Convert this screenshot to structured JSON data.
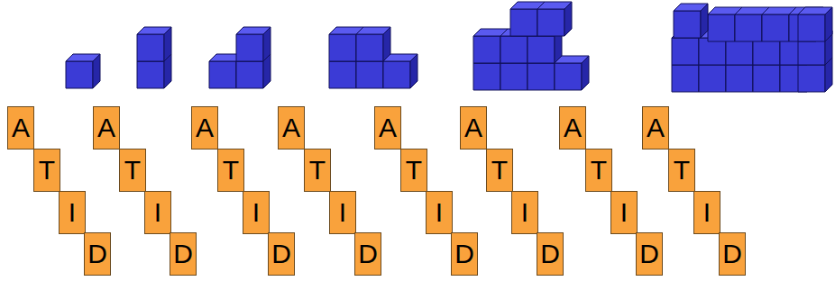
{
  "diagram": {
    "nodes": [
      {
        "text": [
          "A"
        ]
      },
      {
        "text": [
          "T"
        ]
      },
      {
        "text": [
          "I"
        ]
      },
      {
        "text": [
          "D"
        ]
      },
      {
        "text": [
          "A"
        ]
      },
      {
        "text": [
          "T"
        ]
      },
      {
        "text": [
          "I"
        ]
      },
      {
        "text": [
          "D"
        ]
      },
      {
        "text": [
          "A"
        ]
      },
      {
        "text": [
          "T"
        ]
      },
      {
        "text": [
          "I"
        ]
      },
      {
        "text": [
          "D"
        ]
      },
      {
        "text": [
          "A"
        ]
      },
      {
        "text": [
          "T"
        ]
      },
      {
        "text": [
          "I"
        ]
      },
      {
        "text": [
          "D"
        ]
      },
      {
        "text": [
          "A"
        ]
      },
      {
        "text": [
          "T"
        ]
      },
      {
        "text": [
          "I"
        ]
      },
      {
        "text": [
          "D"
        ]
      },
      {
        "text": [
          "A"
        ]
      },
      {
        "text": [
          "T"
        ]
      },
      {
        "text": [
          "I"
        ]
      },
      {
        "text": [
          "D"
        ]
      },
      {
        "text": [
          "A"
        ]
      },
      {
        "text": [
          "T"
        ]
      },
      {
        "text": [
          "I"
        ]
      },
      {
        "text": [
          "D"
        ]
      },
      {
        "text": [
          "A"
        ]
      },
      {
        "text": [
          "T"
        ]
      },
      {
        "text": [
          "I"
        ]
      },
      {
        "text": [
          "D"
        ]
      }
    ]
  }
}
